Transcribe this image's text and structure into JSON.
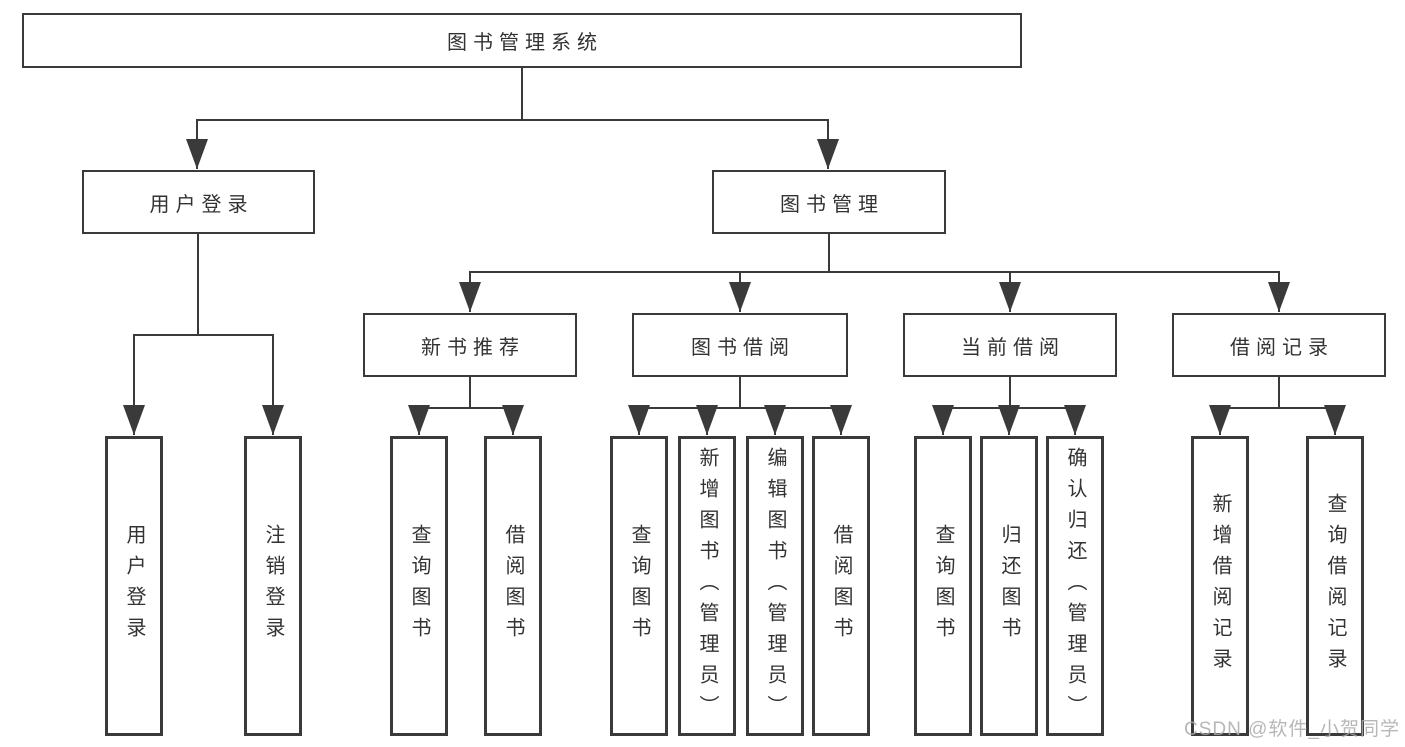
{
  "diagram": {
    "root": {
      "label": "图书管理系统"
    },
    "level2": [
      {
        "label": "用户登录"
      },
      {
        "label": "图书管理"
      }
    ],
    "level3": [
      {
        "label": "新书推荐"
      },
      {
        "label": "图书借阅"
      },
      {
        "label": "当前借阅"
      },
      {
        "label": "借阅记录"
      }
    ],
    "leaves": [
      {
        "label": "用户登录"
      },
      {
        "label": "注销登录"
      },
      {
        "label": "查询图书"
      },
      {
        "label": "借阅图书"
      },
      {
        "label": "查询图书"
      },
      {
        "label": "新增图书（管理员）"
      },
      {
        "label": "编辑图书（管理员）"
      },
      {
        "label": "借阅图书"
      },
      {
        "label": "查询图书"
      },
      {
        "label": "归还图书"
      },
      {
        "label": "确认归还（管理员）"
      },
      {
        "label": "新增借阅记录"
      },
      {
        "label": "查询借阅记录"
      }
    ]
  },
  "watermark": {
    "text": "CSDN @软件_小贺同学"
  },
  "colors": {
    "line": "#3a3a3a",
    "text": "#333333",
    "background": "#ffffff",
    "watermark": "#aaaaaa"
  }
}
